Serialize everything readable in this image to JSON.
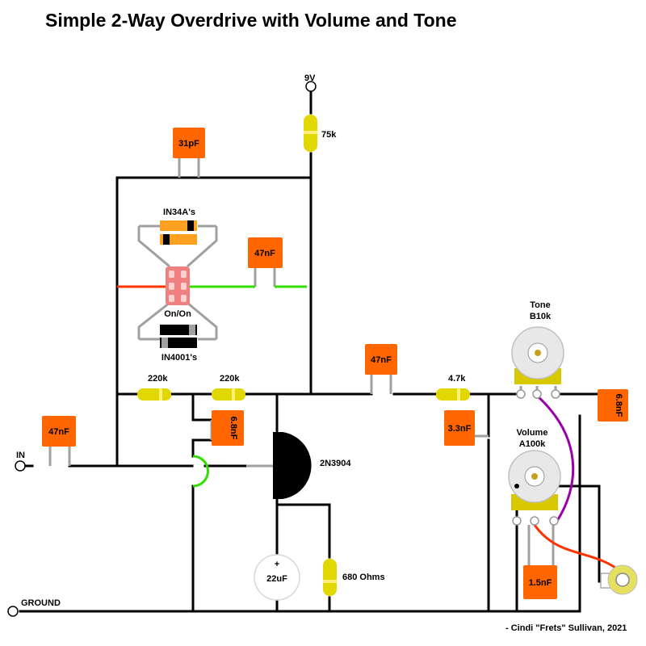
{
  "title": "Simple 2-Way Overdrive with Volume and Tone",
  "credit": "- Cindi \"Frets\" Sullivan, 2021",
  "colors": {
    "wire": "#000000",
    "lead": "#a0a0a0",
    "cap": "#ff6600",
    "resistor": "#e0d800",
    "switch_wire": "#ff3300",
    "green_wire": "#33dd00",
    "purple_wire": "#9900aa",
    "pot_body": "#d0d0d0",
    "pot_lug": "#d8c800"
  },
  "labels": {
    "v9": "9V",
    "in": "IN",
    "ground": "GROUND",
    "r_75k": "75k",
    "r_220k_a": "220k",
    "r_220k_b": "220k",
    "r_4k7": "4.7k",
    "r_680": "680 Ohms",
    "c_31pf": "31pF",
    "c_47nf_sw": "47nF",
    "c_47nf_out": "47nF",
    "c_47nf_in": "47nF",
    "c_6n8_a": "6.8nF",
    "c_6n8_b": "6.8nF",
    "c_3n3": "3.3nF",
    "c_1n5": "1.5nF",
    "c_22uf": "22uF",
    "c_22uf_plus": "+",
    "transistor": "2N3904",
    "diodes_top": "IN34A's",
    "diodes_bottom": "IN4001's",
    "switch": "On/On",
    "tone_pot_name": "Tone",
    "tone_pot_value": "B10k",
    "volume_pot_name": "Volume",
    "volume_pot_value": "A100k"
  }
}
